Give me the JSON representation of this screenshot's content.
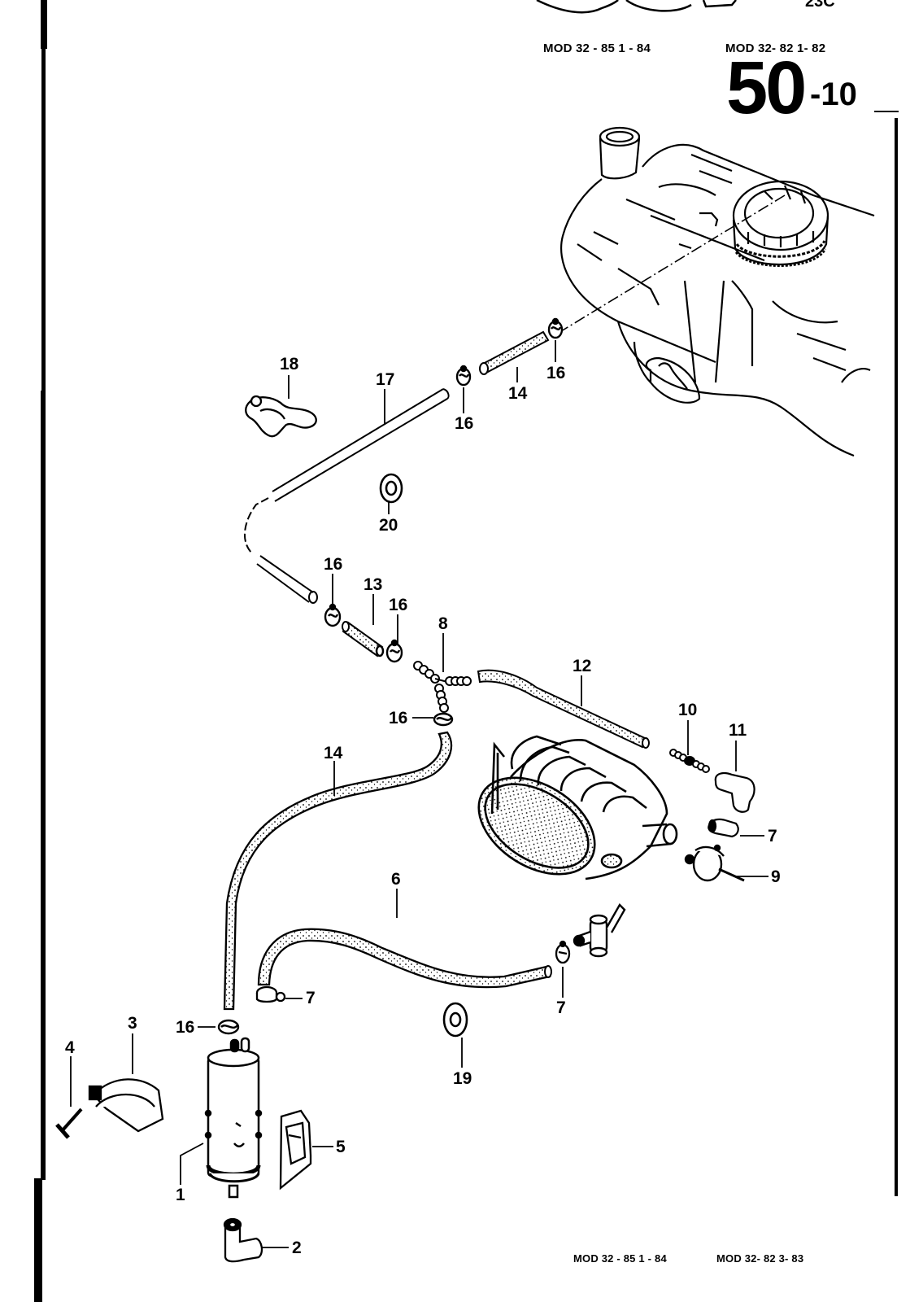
{
  "header": {
    "top_fragment": "23C",
    "model_ref_left": "MOD 32 - 85   1 - 84",
    "model_ref_right": "MOD 32- 82   1- 82",
    "page_number_main": "50",
    "page_number_sub": "-10"
  },
  "footer": {
    "model_ref_left": "MOD 32 - 85   1 - 84",
    "model_ref_right": "MOD 32- 82   3- 83"
  },
  "diagram": {
    "title": "Fuel tank evaporative emission system (exploded view)",
    "callouts": [
      {
        "id": "c1",
        "text": "1"
      },
      {
        "id": "c2",
        "text": "2"
      },
      {
        "id": "c3",
        "text": "3"
      },
      {
        "id": "c4",
        "text": "4"
      },
      {
        "id": "c5",
        "text": "5"
      },
      {
        "id": "c6",
        "text": "6"
      },
      {
        "id": "c7a",
        "text": "7"
      },
      {
        "id": "c7b",
        "text": "7"
      },
      {
        "id": "c7c",
        "text": "7"
      },
      {
        "id": "c8",
        "text": "8"
      },
      {
        "id": "c9",
        "text": "9"
      },
      {
        "id": "c10",
        "text": "10"
      },
      {
        "id": "c11",
        "text": "11"
      },
      {
        "id": "c12",
        "text": "12"
      },
      {
        "id": "c13",
        "text": "13"
      },
      {
        "id": "c14a",
        "text": "14"
      },
      {
        "id": "c14b",
        "text": "14"
      },
      {
        "id": "c16a",
        "text": "16"
      },
      {
        "id": "c16b",
        "text": "16"
      },
      {
        "id": "c16c",
        "text": "16"
      },
      {
        "id": "c16d",
        "text": "16"
      },
      {
        "id": "c16e",
        "text": "16"
      },
      {
        "id": "c16f",
        "text": "16"
      },
      {
        "id": "c17",
        "text": "17"
      },
      {
        "id": "c18",
        "text": "18"
      },
      {
        "id": "c19",
        "text": "19"
      },
      {
        "id": "c20",
        "text": "20"
      }
    ],
    "parts": [
      {
        "number": "1",
        "name": "charcoal-canister"
      },
      {
        "number": "2",
        "name": "elbow-hose"
      },
      {
        "number": "3",
        "name": "mounting-strap"
      },
      {
        "number": "4",
        "name": "screw"
      },
      {
        "number": "5",
        "name": "bracket"
      },
      {
        "number": "6",
        "name": "hose"
      },
      {
        "number": "7",
        "name": "hose-clamp"
      },
      {
        "number": "8",
        "name": "y-connector"
      },
      {
        "number": "9",
        "name": "valve"
      },
      {
        "number": "10",
        "name": "connector"
      },
      {
        "number": "11",
        "name": "elbow-cap"
      },
      {
        "number": "12",
        "name": "hose"
      },
      {
        "number": "13",
        "name": "hose-section"
      },
      {
        "number": "14",
        "name": "hose"
      },
      {
        "number": "16",
        "name": "hose-clamp"
      },
      {
        "number": "17",
        "name": "vent-line"
      },
      {
        "number": "18",
        "name": "clip"
      },
      {
        "number": "19",
        "name": "grommet"
      },
      {
        "number": "20",
        "name": "grommet"
      }
    ]
  }
}
